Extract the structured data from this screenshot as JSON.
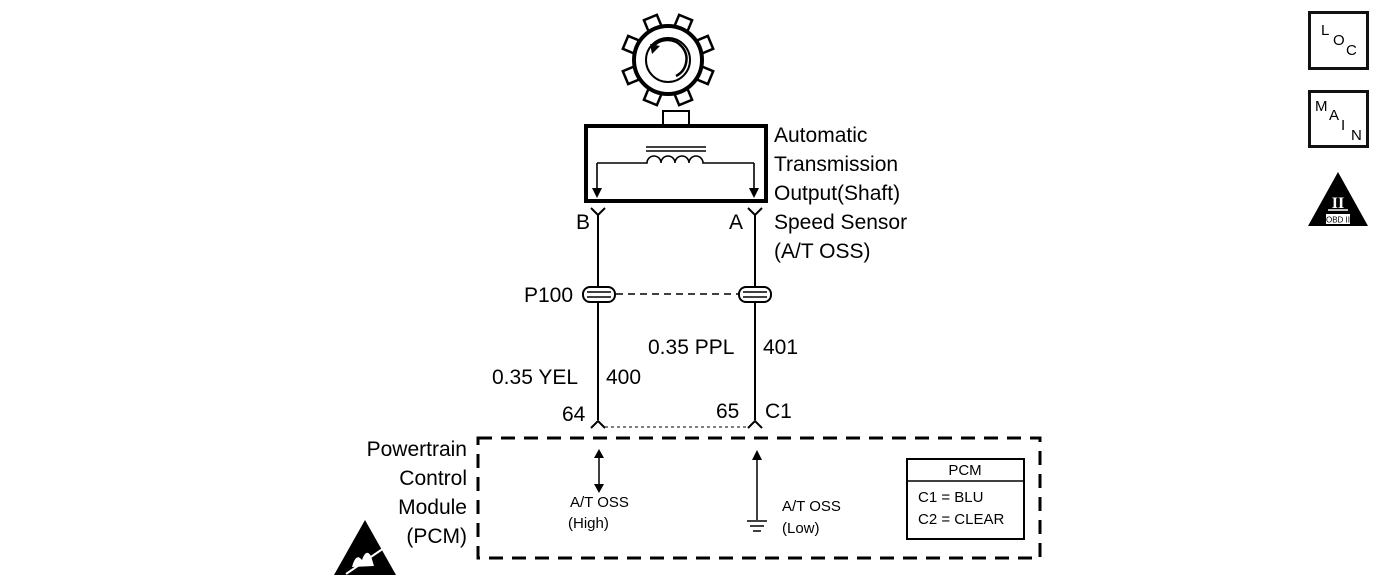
{
  "nav": {
    "loc": {
      "l1": "L",
      "l2": "O",
      "l3": "C"
    },
    "main": {
      "l1": "M",
      "l2": "A",
      "l3": "I",
      "l4": "N"
    },
    "obd": {
      "roman": "II",
      "label": "OBD II"
    }
  },
  "sensor": {
    "name_lines": [
      "Automatic",
      "Transmission",
      "Output(Shaft)",
      "Speed Sensor",
      "(A/T OSS)"
    ],
    "terminal_b": "B",
    "terminal_a": "A"
  },
  "connector": {
    "id": "P100"
  },
  "wires": {
    "left": {
      "size_color": "0.35 YEL",
      "circuit": "400"
    },
    "right": {
      "size_color": "0.35 PPL",
      "circuit": "401"
    }
  },
  "pcm_pins": {
    "left": "64",
    "right": "65",
    "connector": "C1"
  },
  "pcm": {
    "name_lines": [
      "Powertrain",
      "Control",
      "Module",
      "(PCM)"
    ],
    "signal_high": [
      "A/T OSS",
      "(High)"
    ],
    "signal_low": [
      "A/T OSS",
      "(Low)"
    ],
    "legend": {
      "title": "PCM",
      "rows": [
        "C1 = BLU",
        "C2 = CLEAR"
      ]
    }
  }
}
